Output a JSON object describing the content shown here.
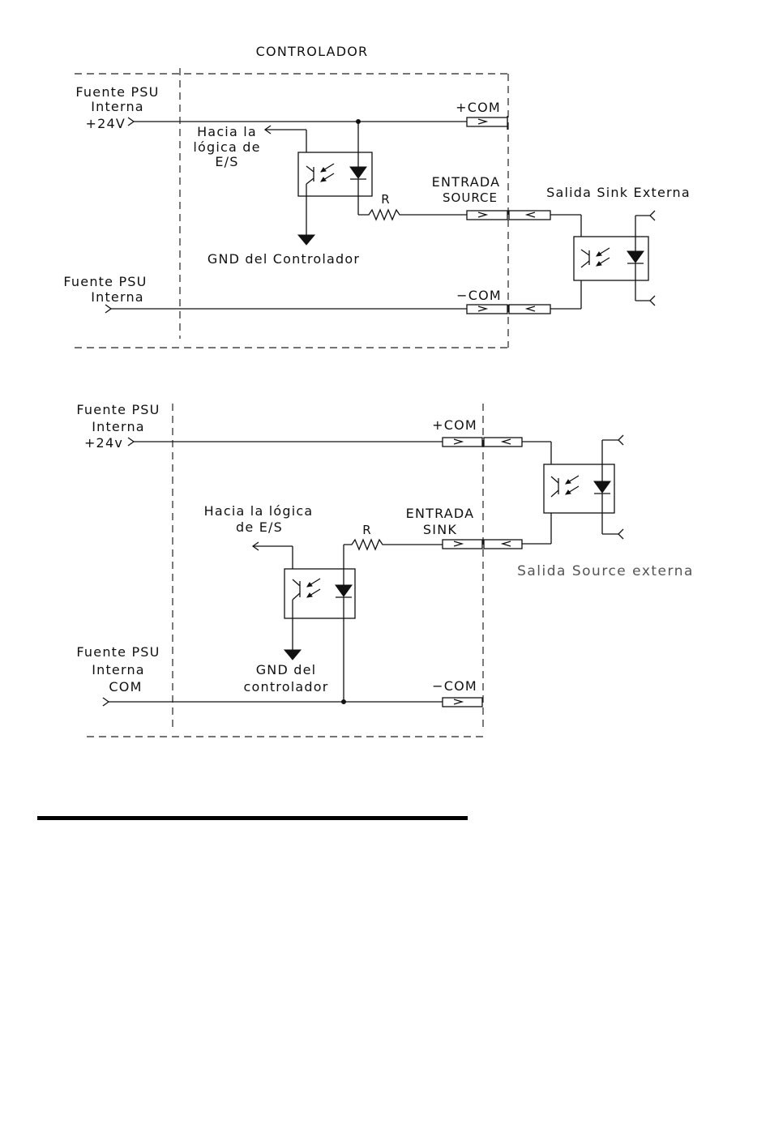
{
  "diagram1": {
    "title": "CONTROLADOR",
    "psu_top_line1": "Fuente PSU",
    "psu_top_line2": "Interna",
    "psu_top_line3": "+24V",
    "hacia_line1": "Hacia la",
    "hacia_line2": "lógica de",
    "hacia_line3": "E/S",
    "plus_com": "+COM",
    "resistor": "R",
    "entrada_line1": "ENTRADA",
    "entrada_line2": "SOURCE",
    "external_label": "Salida Sink Externa",
    "gnd_label": "GND del Controlador",
    "psu_bottom_line1": "Fuente PSU",
    "psu_bottom_line2": "Interna",
    "minus_com": "−COM"
  },
  "diagram2": {
    "psu_top_line1": "Fuente PSU",
    "psu_top_line2": "Interna",
    "psu_top_line3": "+24v",
    "plus_com": "+COM",
    "hacia_line1": "Hacia la lógica",
    "hacia_line2": "de E/S",
    "resistor": "R",
    "entrada_line1": "ENTRADA",
    "entrada_line2": "SINK",
    "external_label": "Salida Source externa",
    "psu_bottom_line1": "Fuente PSU",
    "psu_bottom_line2": "Interna",
    "psu_bottom_line3": "COM",
    "gnd_line1": "GND del",
    "gnd_line2": "controlador",
    "minus_com": "−COM"
  }
}
